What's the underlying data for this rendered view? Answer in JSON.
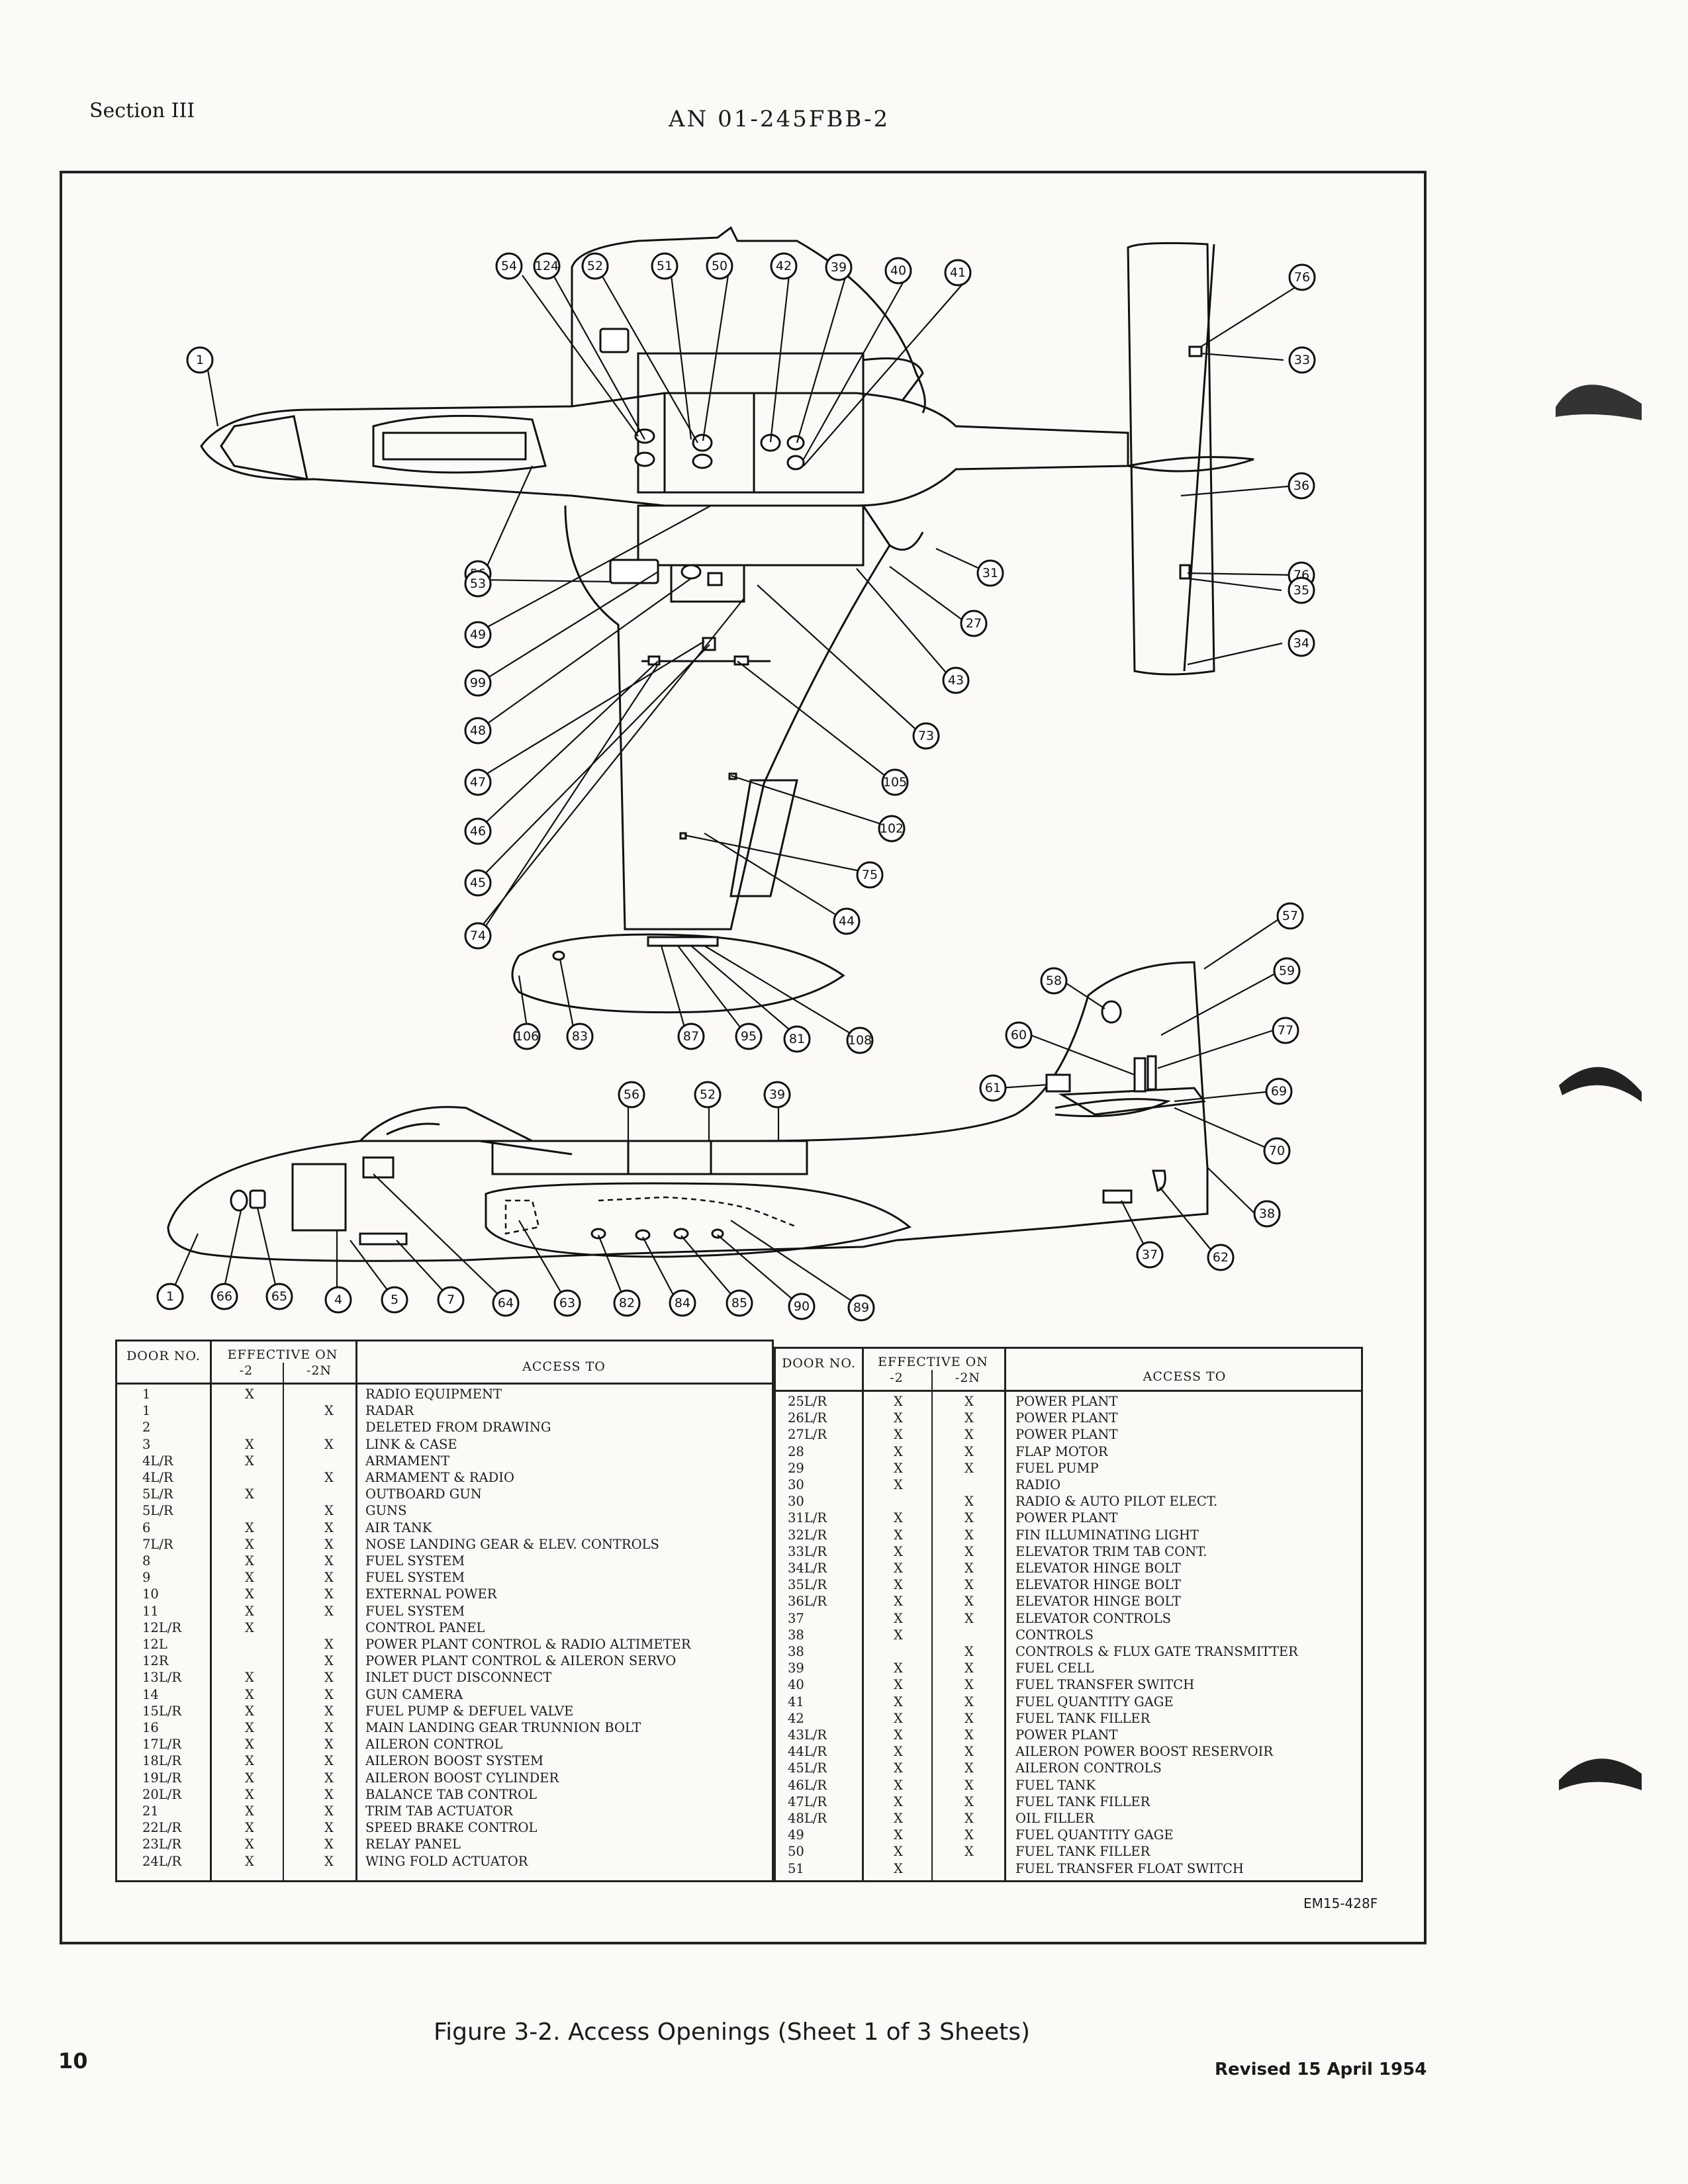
{
  "header": {
    "section": "Section III",
    "doc_number": "AN 01-245FBB-2"
  },
  "figure": {
    "caption": "Figure 3-2.  Access Openings (Sheet 1 of 3 Sheets)",
    "code": "EM15-428F"
  },
  "footer": {
    "page_number": "10",
    "revised": "Revised 15 April 1954"
  },
  "callouts": [
    "54",
    "124",
    "52",
    "51",
    "50",
    "42",
    "39",
    "40",
    "41",
    "76",
    "33",
    "1",
    "36",
    "76",
    "35",
    "34",
    "56",
    "53",
    "31",
    "27",
    "43",
    "49",
    "99",
    "48",
    "47",
    "46",
    "45",
    "74",
    "73",
    "105",
    "102",
    "75",
    "44",
    "106",
    "83",
    "87",
    "95",
    "81",
    "108",
    "57",
    "59",
    "58",
    "77",
    "60",
    "69",
    "61",
    "70",
    "38",
    "37",
    "62",
    "56",
    "52",
    "39",
    "1",
    "66",
    "65",
    "4",
    "5",
    "7",
    "64",
    "63",
    "82",
    "84",
    "85",
    "90",
    "89"
  ],
  "table_headers": {
    "door_no": "DOOR NO.",
    "effective_on": "EFFECTIVE ON",
    "m2": "-2",
    "m2n": "-2N",
    "access_to": "ACCESS TO"
  },
  "left_rows": [
    {
      "door": "1",
      "m2": "X",
      "m2n": "",
      "access": "RADIO EQUIPMENT"
    },
    {
      "door": "1",
      "m2": "",
      "m2n": "X",
      "access": "RADAR"
    },
    {
      "door": "2",
      "m2": "",
      "m2n": "",
      "access": "DELETED FROM DRAWING"
    },
    {
      "door": "3",
      "m2": "X",
      "m2n": "X",
      "access": "LINK & CASE"
    },
    {
      "door": "4L/R",
      "m2": "X",
      "m2n": "",
      "access": "ARMAMENT"
    },
    {
      "door": "4L/R",
      "m2": "",
      "m2n": "X",
      "access": "ARMAMENT & RADIO"
    },
    {
      "door": "5L/R",
      "m2": "X",
      "m2n": "",
      "access": "OUTBOARD GUN"
    },
    {
      "door": "5L/R",
      "m2": "",
      "m2n": "X",
      "access": "GUNS"
    },
    {
      "door": "6",
      "m2": "X",
      "m2n": "X",
      "access": "AIR TANK"
    },
    {
      "door": "7L/R",
      "m2": "X",
      "m2n": "X",
      "access": "NOSE LANDING GEAR & ELEV. CONTROLS"
    },
    {
      "door": "8",
      "m2": "X",
      "m2n": "X",
      "access": "FUEL SYSTEM"
    },
    {
      "door": "9",
      "m2": "X",
      "m2n": "X",
      "access": "FUEL SYSTEM"
    },
    {
      "door": "10",
      "m2": "X",
      "m2n": "X",
      "access": "EXTERNAL POWER"
    },
    {
      "door": "11",
      "m2": "X",
      "m2n": "X",
      "access": "FUEL SYSTEM"
    },
    {
      "door": "12L/R",
      "m2": "X",
      "m2n": "",
      "access": "CONTROL PANEL"
    },
    {
      "door": "12L",
      "m2": "",
      "m2n": "X",
      "access": "POWER PLANT CONTROL & RADIO ALTIMETER"
    },
    {
      "door": "12R",
      "m2": "",
      "m2n": "X",
      "access": "POWER PLANT CONTROL & AILERON SERVO"
    },
    {
      "door": "13L/R",
      "m2": "X",
      "m2n": "X",
      "access": "INLET DUCT DISCONNECT"
    },
    {
      "door": "14",
      "m2": "X",
      "m2n": "X",
      "access": "GUN CAMERA"
    },
    {
      "door": "15L/R",
      "m2": "X",
      "m2n": "X",
      "access": "FUEL PUMP & DEFUEL VALVE"
    },
    {
      "door": "16",
      "m2": "X",
      "m2n": "X",
      "access": "MAIN LANDING GEAR TRUNNION BOLT"
    },
    {
      "door": "17L/R",
      "m2": "X",
      "m2n": "X",
      "access": "AILERON CONTROL"
    },
    {
      "door": "18L/R",
      "m2": "X",
      "m2n": "X",
      "access": "AILERON BOOST SYSTEM"
    },
    {
      "door": "19L/R",
      "m2": "X",
      "m2n": "X",
      "access": "AILERON BOOST CYLINDER"
    },
    {
      "door": "20L/R",
      "m2": "X",
      "m2n": "X",
      "access": "BALANCE TAB CONTROL"
    },
    {
      "door": "21",
      "m2": "X",
      "m2n": "X",
      "access": "TRIM TAB ACTUATOR"
    },
    {
      "door": "22L/R",
      "m2": "X",
      "m2n": "X",
      "access": "SPEED BRAKE CONTROL"
    },
    {
      "door": "23L/R",
      "m2": "X",
      "m2n": "X",
      "access": "RELAY PANEL"
    },
    {
      "door": "24L/R",
      "m2": "X",
      "m2n": "X",
      "access": "WING FOLD ACTUATOR"
    }
  ],
  "right_rows": [
    {
      "door": "25L/R",
      "m2": "X",
      "m2n": "X",
      "access": "POWER PLANT"
    },
    {
      "door": "26L/R",
      "m2": "X",
      "m2n": "X",
      "access": "POWER PLANT"
    },
    {
      "door": "27L/R",
      "m2": "X",
      "m2n": "X",
      "access": "POWER PLANT"
    },
    {
      "door": "28",
      "m2": "X",
      "m2n": "X",
      "access": "FLAP MOTOR"
    },
    {
      "door": "29",
      "m2": "X",
      "m2n": "X",
      "access": "FUEL PUMP"
    },
    {
      "door": "30",
      "m2": "X",
      "m2n": "",
      "access": "RADIO"
    },
    {
      "door": "30",
      "m2": "",
      "m2n": "X",
      "access": "RADIO & AUTO PILOT ELECT."
    },
    {
      "door": "31L/R",
      "m2": "X",
      "m2n": "X",
      "access": "POWER PLANT"
    },
    {
      "door": "32L/R",
      "m2": "X",
      "m2n": "X",
      "access": "FIN ILLUMINATING LIGHT"
    },
    {
      "door": "33L/R",
      "m2": "X",
      "m2n": "X",
      "access": "ELEVATOR TRIM TAB CONT."
    },
    {
      "door": "34L/R",
      "m2": "X",
      "m2n": "X",
      "access": "ELEVATOR HINGE BOLT"
    },
    {
      "door": "35L/R",
      "m2": "X",
      "m2n": "X",
      "access": "ELEVATOR HINGE BOLT"
    },
    {
      "door": "36L/R",
      "m2": "X",
      "m2n": "X",
      "access": "ELEVATOR HINGE BOLT"
    },
    {
      "door": "37",
      "m2": "X",
      "m2n": "X",
      "access": "ELEVATOR CONTROLS"
    },
    {
      "door": "38",
      "m2": "X",
      "m2n": "",
      "access": "CONTROLS"
    },
    {
      "door": "38",
      "m2": "",
      "m2n": "X",
      "access": "CONTROLS & FLUX GATE TRANSMITTER"
    },
    {
      "door": "39",
      "m2": "X",
      "m2n": "X",
      "access": "FUEL CELL"
    },
    {
      "door": "40",
      "m2": "X",
      "m2n": "X",
      "access": "FUEL TRANSFER SWITCH"
    },
    {
      "door": "41",
      "m2": "X",
      "m2n": "X",
      "access": "FUEL QUANTITY GAGE"
    },
    {
      "door": "42",
      "m2": "X",
      "m2n": "X",
      "access": "FUEL TANK FILLER"
    },
    {
      "door": "43L/R",
      "m2": "X",
      "m2n": "X",
      "access": "POWER PLANT"
    },
    {
      "door": "44L/R",
      "m2": "X",
      "m2n": "X",
      "access": "AILERON POWER BOOST RESERVOIR"
    },
    {
      "door": "45L/R",
      "m2": "X",
      "m2n": "X",
      "access": "AILERON CONTROLS"
    },
    {
      "door": "46L/R",
      "m2": "X",
      "m2n": "X",
      "access": "FUEL TANK"
    },
    {
      "door": "47L/R",
      "m2": "X",
      "m2n": "X",
      "access": "FUEL TANK FILLER"
    },
    {
      "door": "48L/R",
      "m2": "X",
      "m2n": "X",
      "access": "OIL FILLER"
    },
    {
      "door": "49",
      "m2": "X",
      "m2n": "X",
      "access": "FUEL QUANTITY GAGE"
    },
    {
      "door": "50",
      "m2": "X",
      "m2n": "X",
      "access": "FUEL TANK FILLER"
    },
    {
      "door": "51",
      "m2": "X",
      "m2n": "",
      "access": "FUEL TRANSFER FLOAT SWITCH"
    }
  ]
}
